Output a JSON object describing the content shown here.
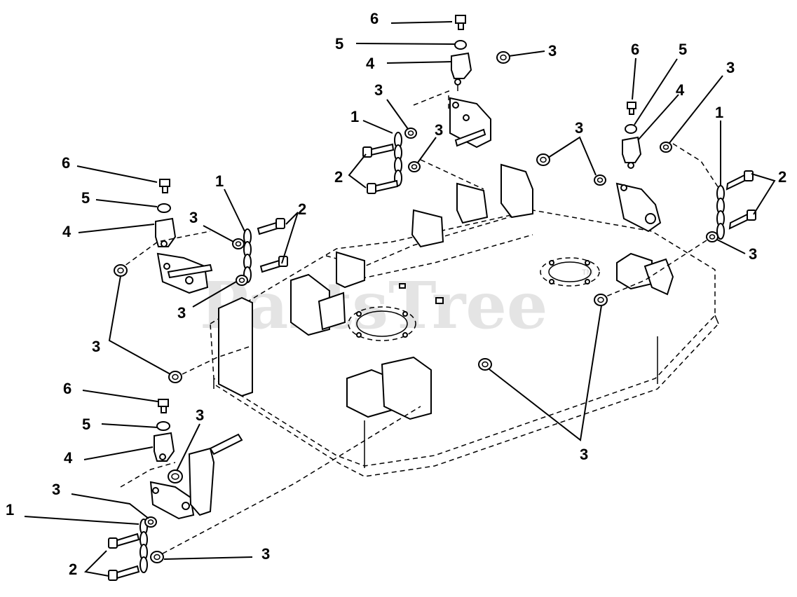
{
  "diagram": {
    "watermark": "PartsTree",
    "watermark_mark": "TM",
    "callouts": {
      "top": {
        "c6": "6",
        "c5": "5",
        "c4": "4",
        "c3a": "3",
        "c3b": "3",
        "c1": "1",
        "c3c": "3",
        "c2": "2"
      },
      "left": {
        "c6": "6",
        "c5": "5",
        "c4": "4",
        "c1": "1",
        "c3a": "3",
        "c2": "2",
        "c3b": "3",
        "c3c": "3"
      },
      "right": {
        "c6": "6",
        "c5": "5",
        "c3a": "3",
        "c4": "4",
        "c3b": "3",
        "c1": "1",
        "c2": "2",
        "c3c": "3"
      },
      "bottom": {
        "c6": "6",
        "c3a": "3",
        "c5": "5",
        "c4": "4",
        "c3b": "3",
        "c1": "1",
        "c2": "2",
        "c3c": "3"
      },
      "center": {
        "c3": "3"
      }
    }
  }
}
